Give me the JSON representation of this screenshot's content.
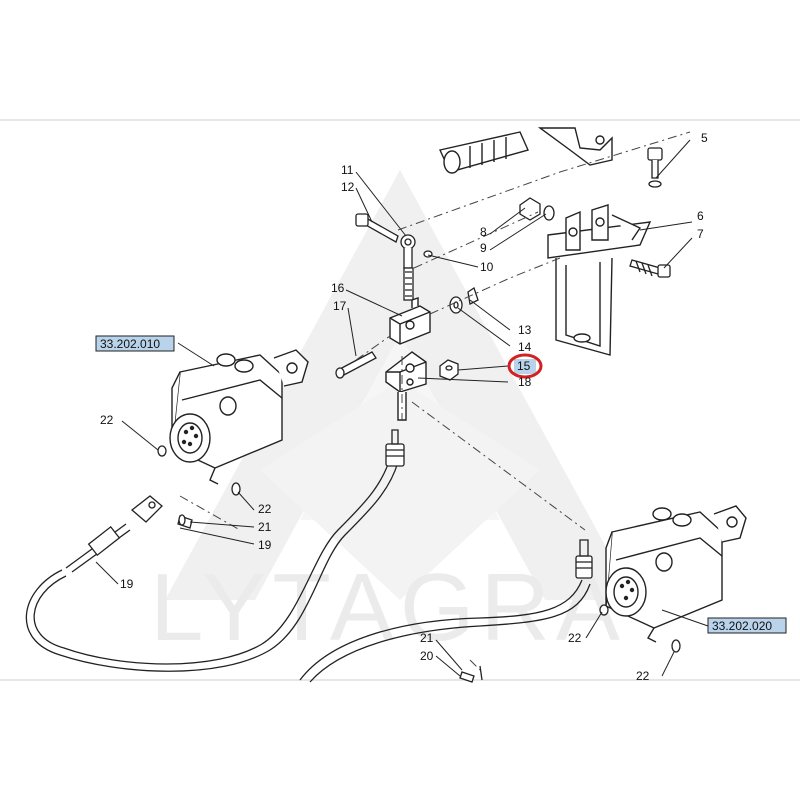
{
  "watermark": "LYTAGRA",
  "references": {
    "ref_left": "33.202.010",
    "ref_right": "33.202.020"
  },
  "callouts": {
    "c5": "5",
    "c6": "6",
    "c7": "7",
    "c8": "8",
    "c9": "9",
    "c10": "10",
    "c11": "11",
    "c12": "12",
    "c13": "13",
    "c14": "14",
    "c15": "15",
    "c16": "16",
    "c17": "17",
    "c18": "18",
    "c19a": "19",
    "c19b": "19",
    "c20": "20",
    "c21a": "21",
    "c21b": "21",
    "c22a": "22",
    "c22b": "22",
    "c22c": "22",
    "c22d": "22"
  },
  "highlight": {
    "target": "15",
    "ring_color": "#d42020"
  },
  "colors": {
    "ref_box_fill": "#b8d3ea",
    "line": "#222222",
    "watermark": "#dcdcdc"
  }
}
